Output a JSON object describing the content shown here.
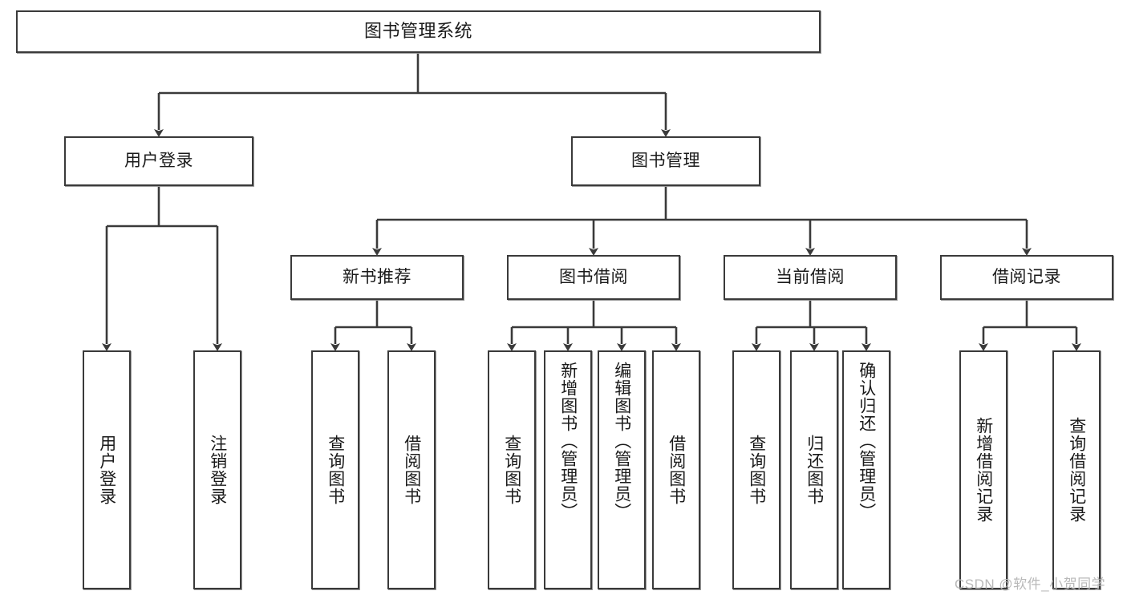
{
  "diagram": {
    "type": "tree-hierarchy-flowchart",
    "title": "图书管理系统",
    "watermark": "CSDN @软件_小贺同学",
    "colors": {
      "box_border": "#3a3a3a",
      "box_fill": "#ffffff",
      "connector": "#3a3a3a",
      "text": "#1a1a1a",
      "watermark": "#b9b9b9",
      "background": "#ffffff"
    },
    "nodes": {
      "root": {
        "label": "图书管理系统"
      },
      "level2": [
        {
          "label": "用户登录"
        },
        {
          "label": "图书管理"
        }
      ],
      "level3": [
        {
          "label": "新书推荐"
        },
        {
          "label": "图书借阅"
        },
        {
          "label": "当前借阅"
        },
        {
          "label": "借阅记录"
        }
      ],
      "leaves_user_login": [
        {
          "label": "用户登录"
        },
        {
          "label": "注销登录"
        }
      ],
      "leaves_new_book": [
        {
          "label": "查询图书"
        },
        {
          "label": "借阅图书"
        }
      ],
      "leaves_borrow": [
        {
          "label": "查询图书"
        },
        {
          "label": "新增图书（管理员）"
        },
        {
          "label": "编辑图书（管理员）"
        },
        {
          "label": "借阅图书"
        }
      ],
      "leaves_current": [
        {
          "label": "查询图书"
        },
        {
          "label": "归还图书"
        },
        {
          "label": "确认归还（管理员）"
        }
      ],
      "leaves_records": [
        {
          "label": "新增借阅记录"
        },
        {
          "label": "查询借阅记录"
        }
      ]
    }
  }
}
